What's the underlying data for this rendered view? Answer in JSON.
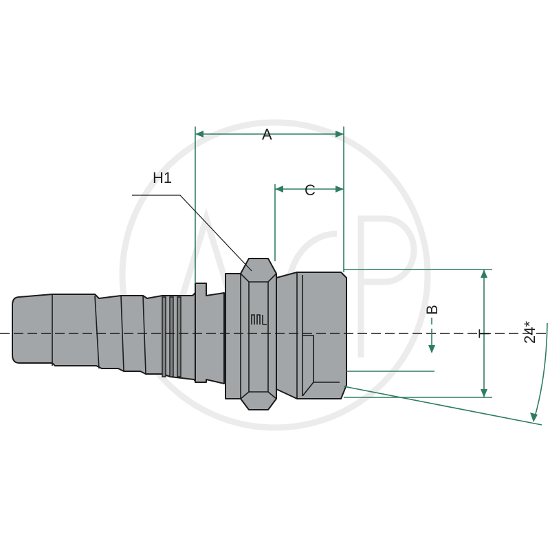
{
  "labels": {
    "dim_a": "A",
    "dim_c": "C",
    "dim_b": "B",
    "dim_t": "T",
    "hex": "H1",
    "angle": "24*"
  },
  "watermark": "ACP",
  "colors": {
    "dimension_line": "#2f7d60",
    "part_fill": "#a3a6a8",
    "outline": "#1b1b1b",
    "watermark": "#ececec"
  }
}
